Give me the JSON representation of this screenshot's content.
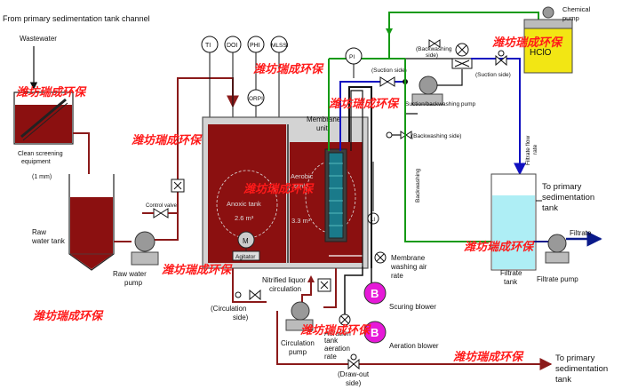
{
  "header": {
    "source_channel": "From primary  sedimentation tank channel"
  },
  "colors": {
    "sludge": "#8b1010",
    "pipe_red": "#8b1a1a",
    "green_line": "#159a15",
    "blue_line": "#1010c0",
    "chemical": "#f2e614",
    "filtrate": "#aeeef5",
    "blower": "#e619d8"
  },
  "labels": {
    "wastewater": "Wastewater",
    "screening_1": "Clean screening",
    "screening_2": "equipment",
    "screening_3": "(1 mm)",
    "raw_tank_1": "Raw",
    "raw_tank_2": "water tank",
    "raw_pump_1": "Raw water",
    "raw_pump_2": "pump",
    "control_valve": "Control valve",
    "sensor_ti": "TI",
    "sensor_do": "DOI",
    "sensor_ph": "PHI",
    "sensor_mlss": "MLSSI",
    "sensor_orp": "ORPI",
    "sensor_pi": "PI",
    "sensor_li": "LI",
    "anoxic_1": "Anoxic tank",
    "anoxic_2": "2.6 m³",
    "aerobic_1": "Aerobic",
    "aerobic_2": "tank",
    "aerobic_3": "3.3 m³",
    "agitator": "Agitator",
    "motor": "M",
    "membrane_1": "Membrane",
    "membrane_2": "unit",
    "suction_side": "(Suction side)",
    "suction_side_r": "(Suction side)",
    "backwash_side_top_1": "(Backwashing",
    "backwash_side_top_2": "side)",
    "backwash_side": "(Backwashing side)",
    "backwash_pump": "Suction/backwashing pump",
    "backwashing": "Backwashing",
    "chemical_pump_1": "Chemical",
    "chemical_pump_2": "pump",
    "hcio": "HClO",
    "filtrate_flow_1": "Filtrate flow",
    "filtrate_flow_2": "rate",
    "primary_1": "To primary",
    "primary_2": "sedimentation",
    "primary_3": "tank",
    "filtrate_tank_1": "Filtrate",
    "filtrate_tank_2": "tank",
    "filtrate": "Filtrate",
    "filtrate_pump": "Filtrate pump",
    "nitrified_1": "Nitrified liquor",
    "nitrified_2": "circulation",
    "mwar_1": "Membrane",
    "mwar_2": "washing air",
    "mwar_3": "rate",
    "b_letter": "B",
    "scouring_blower": "Scuring blower",
    "aeration_blower": "Aeration blower",
    "circ_side_1": "(Circulation",
    "circ_side_2": "side)",
    "circ_pump_1": "Circulation",
    "circ_pump_2": "pump",
    "tank_aer_1": "Aeration",
    "tank_aer_2": "tank",
    "tank_aer_3": "aeration",
    "tank_aer_4": "rate",
    "drawout_1": "(Draw-out",
    "drawout_2": "side)",
    "bottom_primary_1": "To primary",
    "bottom_primary_2": "sedimentation",
    "bottom_primary_3": "tank"
  },
  "watermark": "潍坊瑞成环保"
}
